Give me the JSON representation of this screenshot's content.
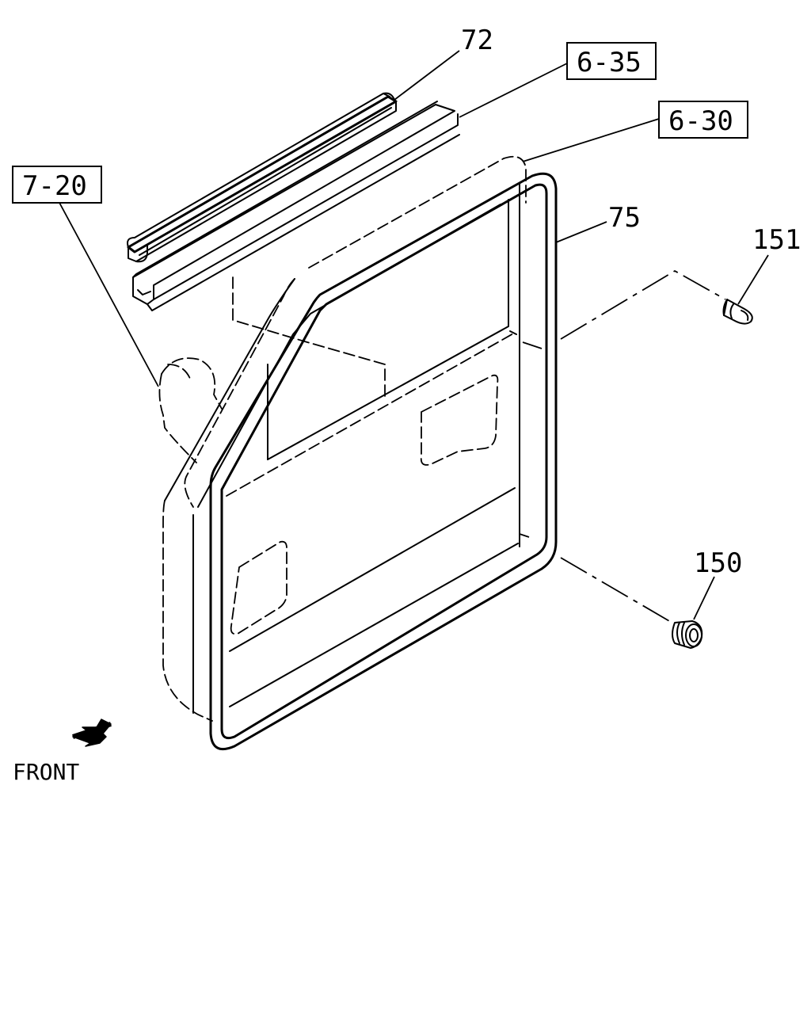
{
  "callouts": {
    "part_72": "72",
    "ref_6_35": "6-35",
    "ref_6_30": "6-30",
    "ref_7_20": "7-20",
    "part_75": "75",
    "part_151": "151",
    "part_150": "150"
  },
  "direction": {
    "front_label": "FRONT",
    "icon": "front-arrow-icon"
  }
}
